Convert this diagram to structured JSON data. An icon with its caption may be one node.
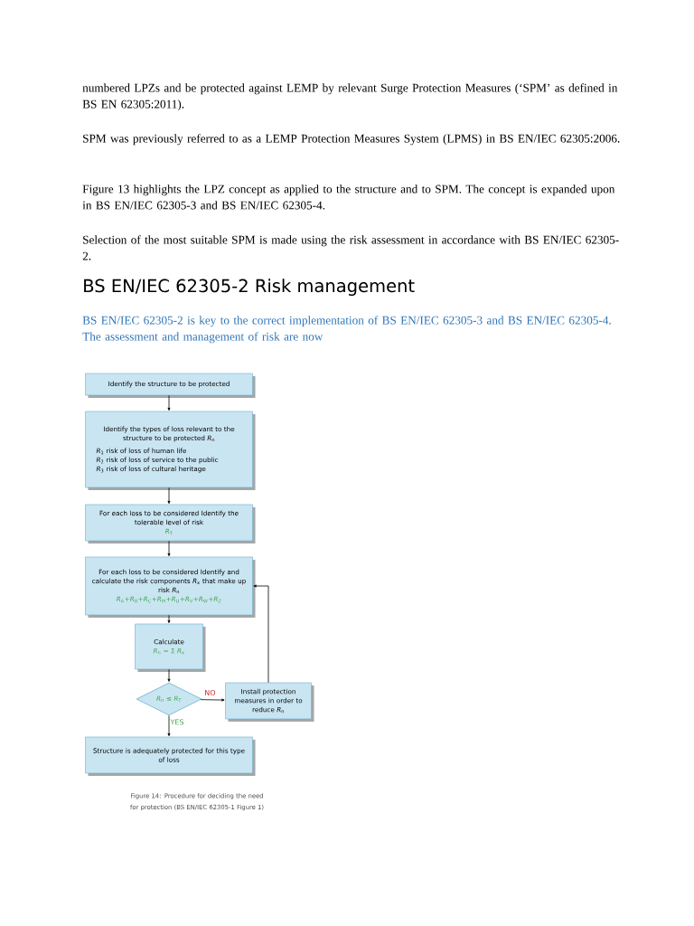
{
  "diagram": {
    "title": "BS EN/IEC 62305-2 Risk management",
    "caption": "Figure 14: Procedure for deciding the need for protection (BS EN/IEC 62305-1 Figure 1)",
    "nodes": [
      {
        "text": [
          "Identify the structure to be protected"
        ]
      },
      {
        "text": [
          "Identify the types of loss relevant to the structure to be protected *R*$_{n}$",
          "*R*$_{1}$ risk of loss of human life",
          "*R*$_{2}$ risk of loss of service to the public",
          "*R*$_{3}$ risk of loss of cultural heritage"
        ]
      },
      {
        "text": [
          "For each loss to be considered Identify the tolerable level of risk",
          "*R*$_{T}$"
        ]
      },
      {
        "text": [
          "For each loss to be considered Identify and calculate the risk components *R*$_{x}$ that make up risk *R*$_{n}$",
          "*R*$_{A}$+*R*$_{B}$+*R*$_{C}$+*R*$_{M}$+*R*$_{U}$+*R*$_{V}$+*R*$_{W}$+*R*$_{Z}$"
        ]
      },
      {
        "text": [
          "Calculate",
          "*R*$_{n}$ = Σ *R*$_{x}$"
        ]
      },
      {
        "text": [
          "*R*$_{n}$ ≤ *R*$_{T}$"
        ]
      },
      {
        "text": [
          "Structure is adequately protected for this type of loss"
        ]
      },
      {
        "text": [
          "Install protection measures in order to reduce *R*$_{n}$"
        ]
      }
    ],
    "edges": [
      {
        "from": 0,
        "to": 1,
        "arrow": "to"
      },
      {
        "from": 1,
        "to": 2,
        "arrow": "to"
      },
      {
        "from": 2,
        "to": 3,
        "arrow": "to"
      },
      {
        "from": 3,
        "to": 4,
        "arrow": "to"
      },
      {
        "from": 4,
        "to": 5,
        "arrow": "to"
      },
      {
        "from": 5,
        "to": 6,
        "arrow": "to",
        "label": "YES"
      },
      {
        "from": 5,
        "to": 7,
        "arrow": "to",
        "label": "NO"
      },
      {
        "from": 7,
        "to": 3,
        "arrow": "to"
      }
    ],
    "labels": [
      "numbered LPZs and be protected against LEMP by relevant Surge Protection Measures (‘SPM’ as defined in BS EN 62305:2011).",
      "SPM was previously referred to as a LEMP Protection Measures System (LPMS) in BS EN/IEC 62305:2006.",
      "Figure 13 highlights the LPZ concept as applied to the structure and to SPM. The concept is expanded upon in BS EN/IEC 62305-3 and BS EN/IEC 62305-4.",
      "Selection of the most suitable SPM is made using the risk assessment in accordance with BS EN/IEC 62305-2.",
      "BS EN/IEC 62305-2 is key to the correct implementation of BS EN/IEC 62305-3 and BS EN/IEC 62305-4. The assessment and management of risk are now"
    ]
  }
}
